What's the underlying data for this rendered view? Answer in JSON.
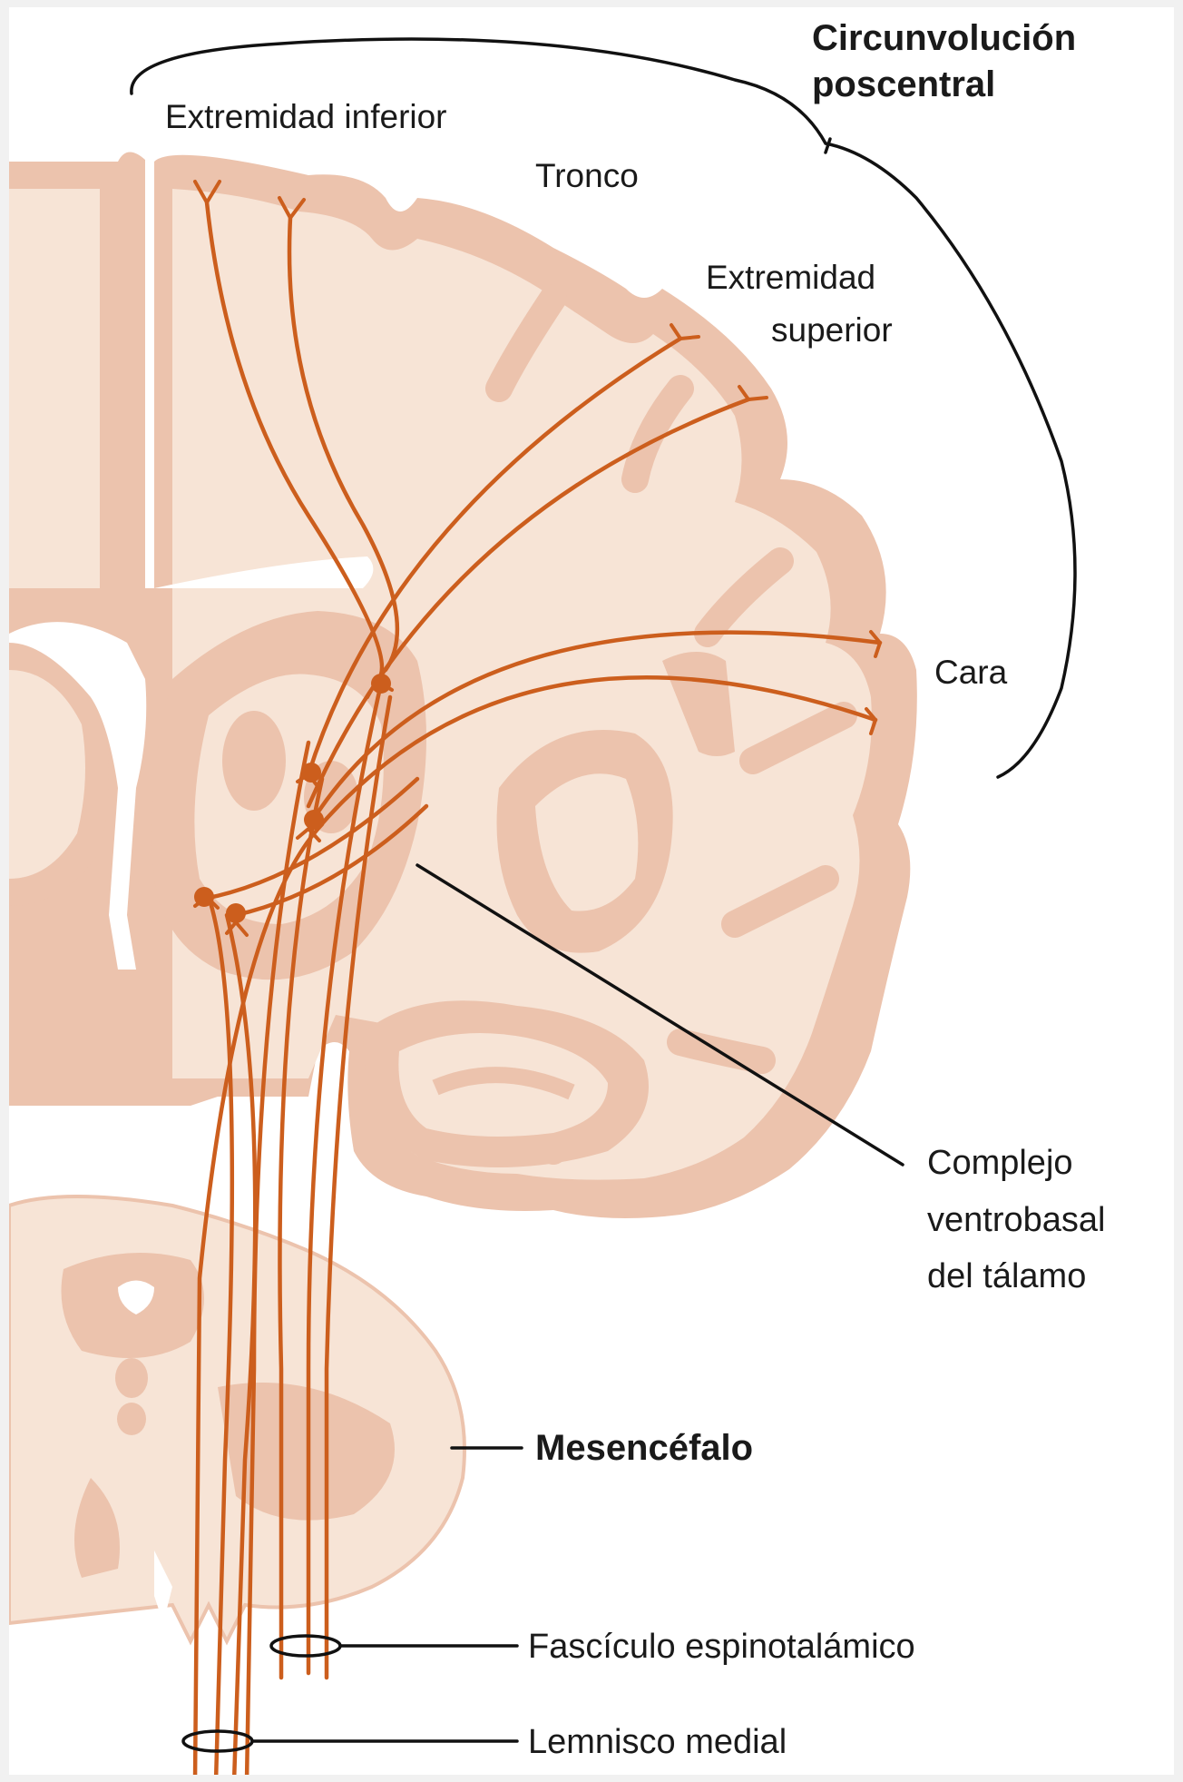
{
  "figure": {
    "labels": {
      "postcentral_gyrus": [
        "Circunvolución",
        "poscentral"
      ],
      "lower_limb": "Extremidad inferior",
      "trunk": "Tronco",
      "upper_limb": [
        "Extremidad",
        "superior"
      ],
      "face": "Cara",
      "ventrobasal_complex": [
        "Complejo",
        "ventrobasal",
        "del tálamo"
      ],
      "midbrain": "Mesencéfalo",
      "spinothalamic_tract": "Fascículo espinotalámico",
      "medial_lemniscus": "Lemnisco medial"
    },
    "colors": {
      "tissue_light": "#f7e4d6",
      "tissue_dark": "#ecc3ad",
      "tissue_outline": "#d8a88f",
      "ventricle": "#ffffff",
      "fiber": "#cc5e1d",
      "leader_line": "#111111"
    }
  }
}
